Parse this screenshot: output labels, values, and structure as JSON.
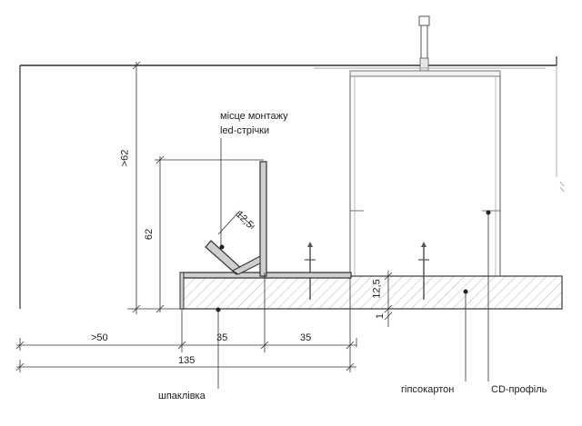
{
  "labels": {
    "led_mount_line1": "місце монтажу",
    "led_mount_line2": "led-стрічки",
    "putty": "шпаклівка",
    "drywall": "гіпсокартон",
    "cd_profile": "CD-профіль"
  },
  "dimensions": {
    "height_total": ">62",
    "height_profile": "62",
    "profile_slot": "12,5",
    "board_thickness": "12,5",
    "gap": "1",
    "offset_left": ">50",
    "span_a": "35",
    "span_b": "35",
    "total_width": "135"
  }
}
